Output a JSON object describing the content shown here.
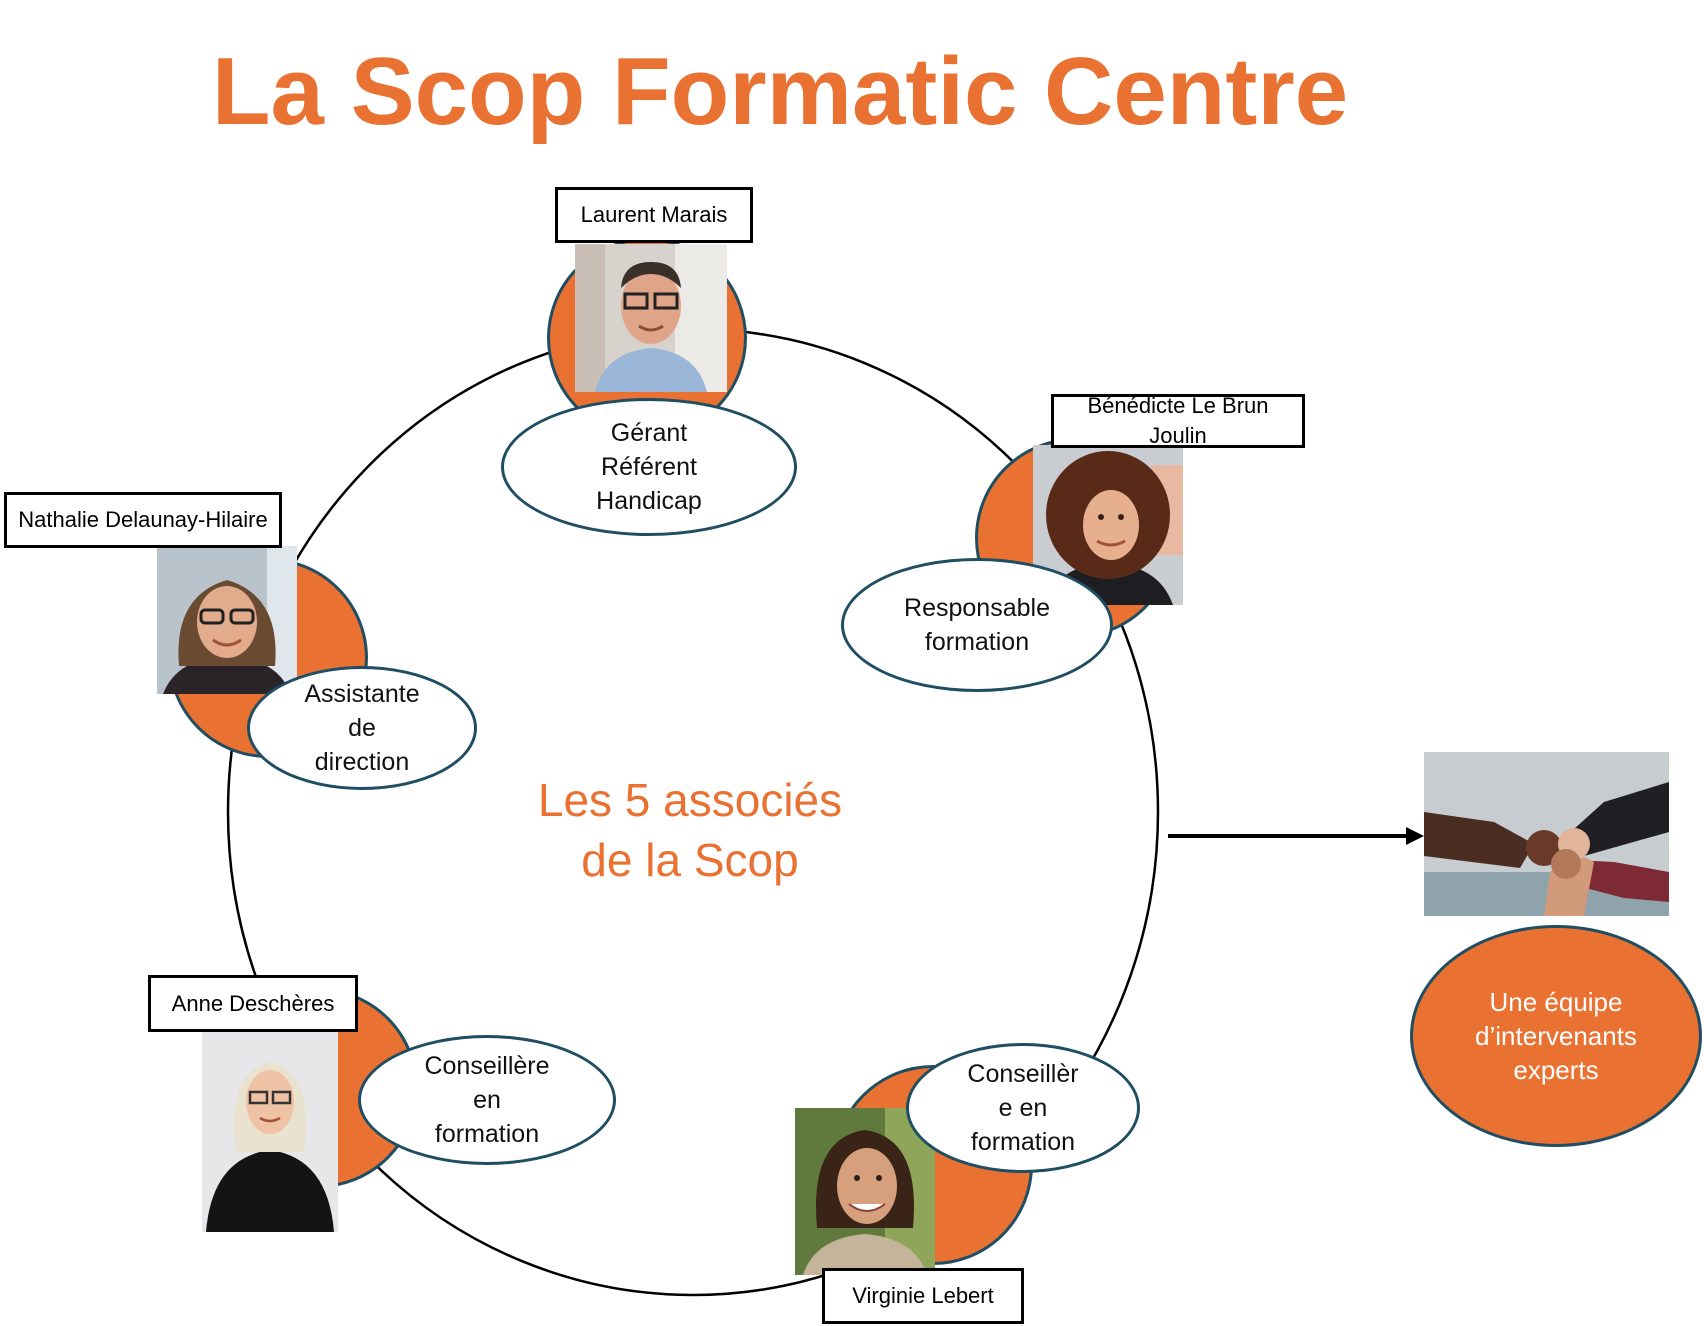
{
  "title": "La Scop Formatic Centre",
  "center": {
    "line1": "Les 5 associés",
    "line2": "de la Scop"
  },
  "colors": {
    "accent": "#E97132",
    "outline": "#1F4E63",
    "ring": "#000000"
  },
  "members": [
    {
      "name": "Laurent Marais",
      "role": [
        "Gérant",
        "Référent",
        "Handicap"
      ],
      "photo": "portrait-man-glasses"
    },
    {
      "name": "Bénédicte Le Brun Joulin",
      "role": [
        "Responsable",
        "formation"
      ],
      "photo": "portrait-woman-curly-hair"
    },
    {
      "name": "Nathalie Delaunay-Hilaire",
      "role": [
        "Assistante",
        "de",
        "direction"
      ],
      "photo": "portrait-woman-glasses"
    },
    {
      "name": "Anne Deschères",
      "role": [
        "Conseillère",
        "en",
        "formation"
      ],
      "photo": "portrait-woman-blonde"
    },
    {
      "name": "Virginie Lebert",
      "role": [
        "Conseillèr",
        "e en",
        "formation"
      ],
      "photo": "portrait-woman-smiling"
    }
  ],
  "team": {
    "photo": "fist-bump-hands",
    "lines": [
      "Une équipe",
      "d’intervenants",
      "experts"
    ]
  }
}
